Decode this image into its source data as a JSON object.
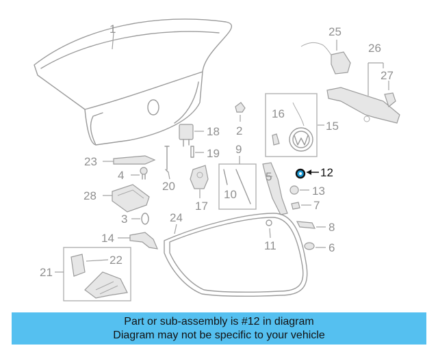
{
  "diagram": {
    "highlight_color": "#111111",
    "highlight_part_color": "#1a9ad6",
    "labels": {
      "p1": "1",
      "p2": "2",
      "p3": "3",
      "p4": "4",
      "p5": "5",
      "p6": "6",
      "p7": "7",
      "p8": "8",
      "p9": "9",
      "p10": "10",
      "p11": "11",
      "p12": "12",
      "p13": "13",
      "p14": "14",
      "p15": "15",
      "p16": "16",
      "p17": "17",
      "p18": "18",
      "p19": "19",
      "p20": "20",
      "p21": "21",
      "p22": "22",
      "p23": "23",
      "p24": "24",
      "p25": "25",
      "p26": "26",
      "p27": "27",
      "p28": "28"
    }
  },
  "banner": {
    "line1": "Part or sub-assembly is #12 in diagram",
    "line2": "Diagram may not be specific to your vehicle",
    "background": "#55c0f0"
  }
}
